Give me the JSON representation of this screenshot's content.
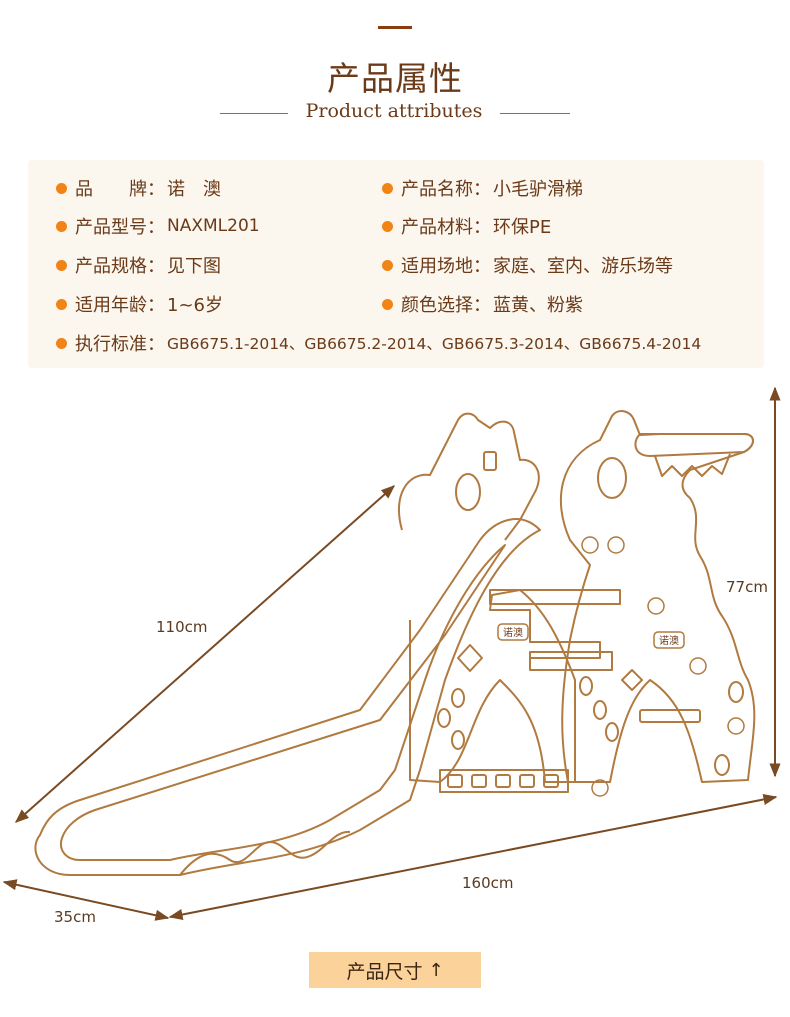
{
  "header": {
    "title_cn": "产品属性",
    "title_en": "Product attributes"
  },
  "attributes": {
    "brand": {
      "label": "品　　牌：",
      "value": "诺　澳"
    },
    "name": {
      "label": "产品名称：",
      "value": "小毛驴滑梯"
    },
    "model": {
      "label": "产品型号：",
      "value": "NAXML201"
    },
    "material": {
      "label": "产品材料：",
      "value": "环保PE"
    },
    "spec": {
      "label": "产品规格：",
      "value": "见下图"
    },
    "venue": {
      "label": "适用场地：",
      "value": "家庭、室内、游乐场等"
    },
    "age": {
      "label": "适用年龄：",
      "value": "1~6岁"
    },
    "color": {
      "label": "颜色选择：",
      "value": "蓝黄、粉紫"
    },
    "standard": {
      "label": "执行标准：",
      "value": "GB6675.1-2014、GB6675.2-2014、GB6675.3-2014、GB6675.4-2014"
    }
  },
  "dimensions": {
    "slide_length": "110cm",
    "height": "77cm",
    "length": "160cm",
    "width": "35cm"
  },
  "product": {
    "logo_text": "诺澳"
  },
  "footer": {
    "size_label": "产品尺寸",
    "arrow_glyph": "↑"
  },
  "colors": {
    "accent_dot": "#f08416",
    "text_brown": "#6b3a18",
    "outline": "#b07a40",
    "panel_bg": "#fbf6ee",
    "button_bg": "#fbd29a"
  }
}
